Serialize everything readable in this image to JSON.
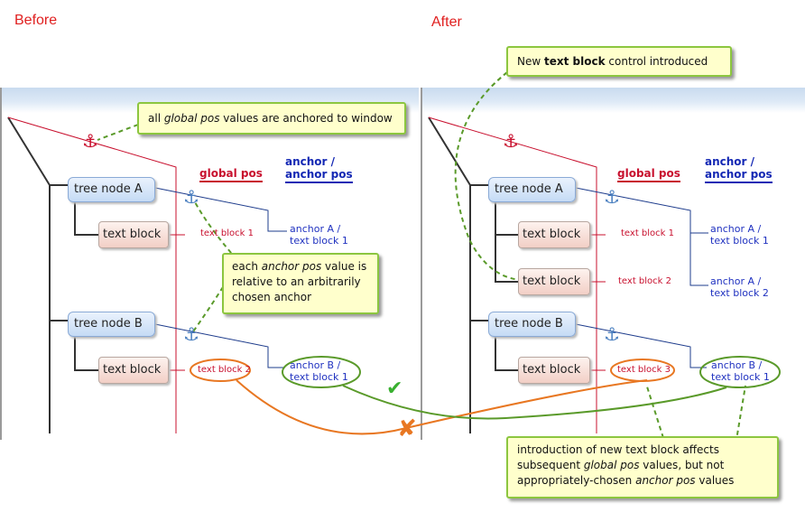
{
  "headings": {
    "before": "Before",
    "after": "After"
  },
  "columns": {
    "global_pos": "global pos",
    "anchor_pos": "anchor /\nanchor pos"
  },
  "before": {
    "tree_node_a": "tree node A",
    "tree_node_b": "tree node B",
    "text_block_1": "text block",
    "text_block_2": "text block",
    "global_1": "text block 1",
    "global_2": "text block 2",
    "anchor_1": "anchor A /\ntext block 1",
    "anchor_2": "anchor B /\ntext block 1"
  },
  "after": {
    "tree_node_a": "tree node A",
    "tree_node_b": "tree node B",
    "text_block_1": "text block",
    "text_block_new": "text block",
    "text_block_3": "text block",
    "global_1": "text block 1",
    "global_2": "text block 2",
    "global_3": "text block 3",
    "anchor_1": "anchor A /\ntext block 1",
    "anchor_2": "anchor A /\ntext block 2",
    "anchor_3": "anchor B /\ntext block 1"
  },
  "notes": {
    "window": {
      "pre": "all ",
      "em": "global pos",
      "post": " values are anchored to window"
    },
    "relative": {
      "pre": "each ",
      "em": "anchor pos",
      "post": " value is relative to an arbitrarily chosen anchor"
    },
    "new_control": {
      "pre": "New ",
      "strong": "text block",
      "post": " control introduced"
    },
    "effect": {
      "pre": "introduction of new text block affects subsequent ",
      "em1": "global pos",
      "mid": " values, but not appropriately-chosen ",
      "em2": "anchor pos",
      "post": " values"
    }
  },
  "icons": {
    "anchor": "anchor-icon",
    "check": "check-icon",
    "cross": "cross-icon"
  },
  "colors": {
    "global": "#c8102e",
    "anchor": "#1428b4",
    "note_border": "#8cc63f",
    "note_bg": "#ffffcc",
    "orange": "#e87722",
    "green": "#5a9a2a"
  }
}
